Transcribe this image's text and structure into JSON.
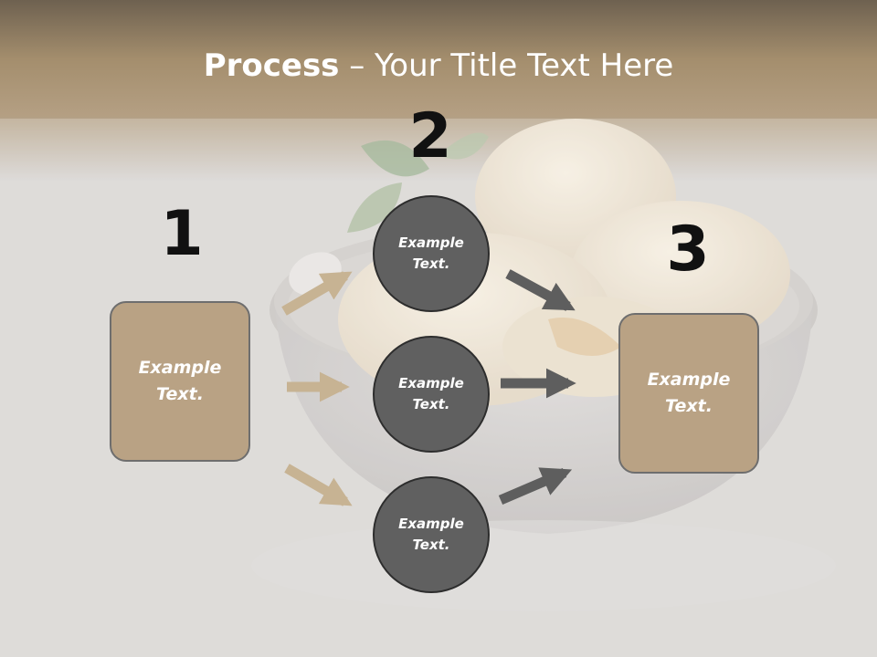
{
  "title": {
    "bold": "Process",
    "rest": " – Your Title Text Here"
  },
  "steps": {
    "one": "1",
    "two": "2",
    "three": "3"
  },
  "left_box": {
    "label": "Example\nText."
  },
  "right_box": {
    "label": "Example\nText."
  },
  "circles": [
    {
      "label": "Example\nText."
    },
    {
      "label": "Example\nText."
    },
    {
      "label": "Example\nText."
    }
  ],
  "colors": {
    "box_fill": "#b9a284",
    "circle_fill": "#606060",
    "arrow_in": "#c7b393",
    "arrow_out": "#5e5e5e",
    "header_band": "#9a8463"
  }
}
